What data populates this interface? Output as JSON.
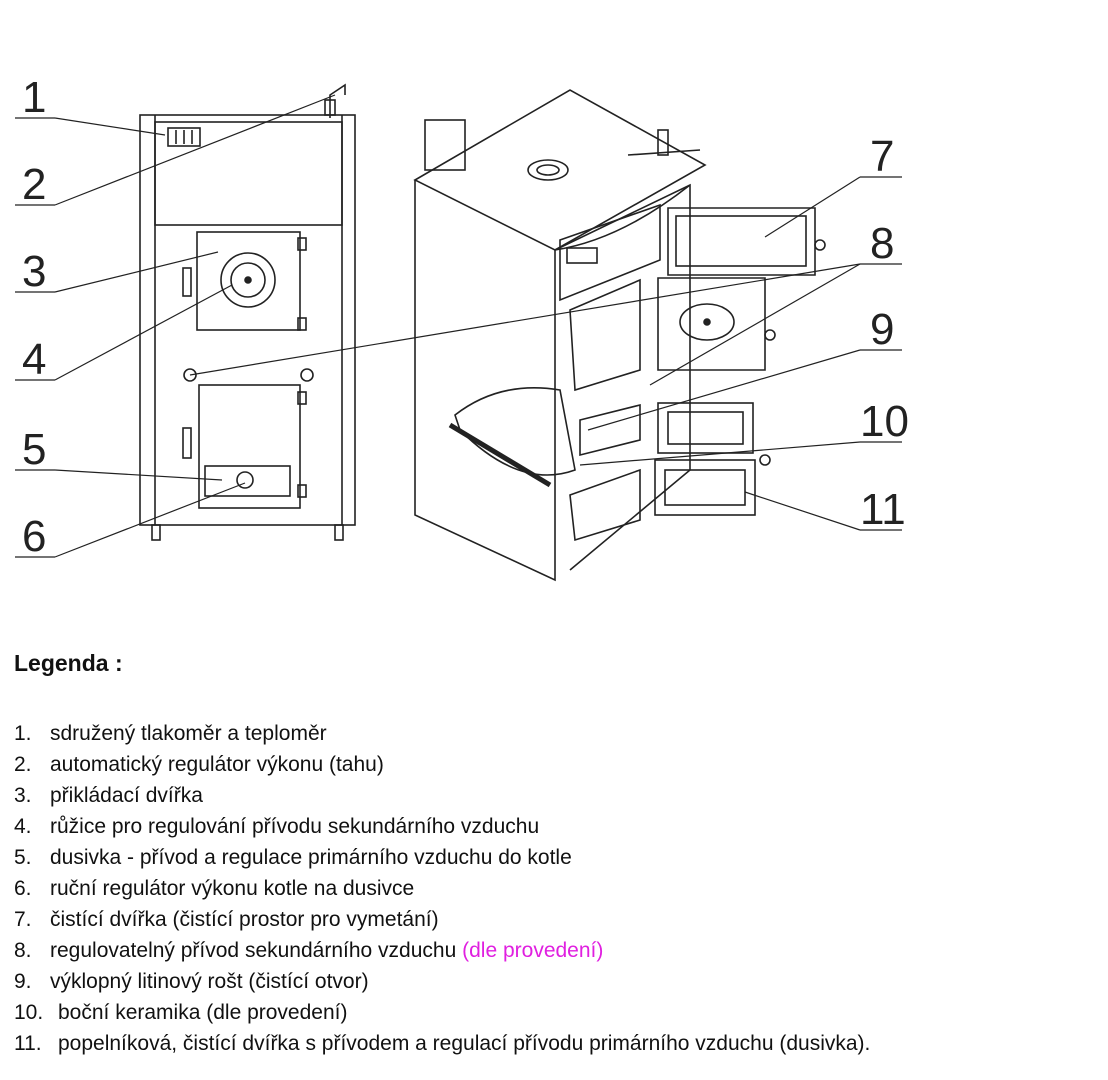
{
  "diagram": {
    "callouts": [
      "1",
      "2",
      "3",
      "4",
      "5",
      "6",
      "7",
      "8",
      "9",
      "10",
      "11"
    ]
  },
  "legend": {
    "title": "Legenda :",
    "items": [
      {
        "num": "1.",
        "text": "sdružený tlakoměr a teploměr",
        "note": ""
      },
      {
        "num": "2.",
        "text": "automatický regulátor výkonu (tahu)",
        "note": ""
      },
      {
        "num": "3.",
        "text": "přikládací dvířka",
        "note": ""
      },
      {
        "num": "4.",
        "text": "růžice pro regulování přívodu sekundárního vzduchu",
        "note": ""
      },
      {
        "num": "5.",
        "text": "dusivka - přívod a regulace primárního vzduchu do kotle",
        "note": ""
      },
      {
        "num": "6.",
        "text": "ruční regulátor výkonu kotle na dusivce",
        "note": ""
      },
      {
        "num": "7.",
        "text": "čistící dvířka (čistící prostor pro vymetání)",
        "note": ""
      },
      {
        "num": "8.",
        "text": "regulovatelný přívod sekundárního vzduchu ",
        "note": "(dle provedení)"
      },
      {
        "num": "9.",
        "text": "výklopný litinový rošt (čistící otvor)",
        "note": ""
      },
      {
        "num": "10.",
        "text": "boční keramika (dle provedení)",
        "note": ""
      },
      {
        "num": "11.",
        "text": "popelníková, čistící dvířka s přívodem a regulací přívodu primárního vzduchu (dusivka).",
        "note": ""
      }
    ],
    "note_color": "#e020e0"
  }
}
